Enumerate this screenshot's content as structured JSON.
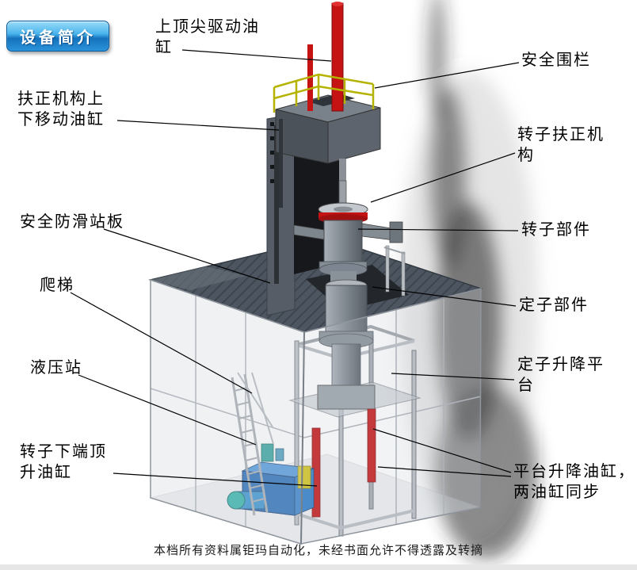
{
  "page": {
    "badge": "设备简介",
    "footer": "本档所有资料属钜玛自动化，未经书面允许不得透露及转摘"
  },
  "labels": [
    {
      "id": "top-drive-cylinder",
      "text": "上顶尖驱动油\n缸"
    },
    {
      "id": "safety-fence",
      "text": "安全围栏"
    },
    {
      "id": "centering-lift-cylinder",
      "text": "扶正机构上\n下移动油缸"
    },
    {
      "id": "rotor-centering-mechanism",
      "text": "转子扶正机\n构"
    },
    {
      "id": "anti-slip-platform",
      "text": "安全防滑站板"
    },
    {
      "id": "rotor-component",
      "text": "转子部件"
    },
    {
      "id": "ladder",
      "text": "爬梯"
    },
    {
      "id": "stator-component",
      "text": "定子部件"
    },
    {
      "id": "hydraulic-station",
      "text": "液压站"
    },
    {
      "id": "stator-lift-platform",
      "text": "定子升降平\n台"
    },
    {
      "id": "rotor-bottom-jack-cylinder",
      "text": "转子下端顶\n升油缸"
    },
    {
      "id": "platform-lift-cylinders",
      "text": "平台升降油缸，\n两油缸同步"
    }
  ],
  "colors": {
    "badge_top": "#9adcf8",
    "badge_bottom": "#1572bc",
    "cylinder_red": "#c51212",
    "railing_yellow": "#b5b300",
    "hydraulic_blue": "#1d66b4",
    "platform_dark_gray": "#4d5660",
    "frame_gray": "#9aa0a8"
  }
}
